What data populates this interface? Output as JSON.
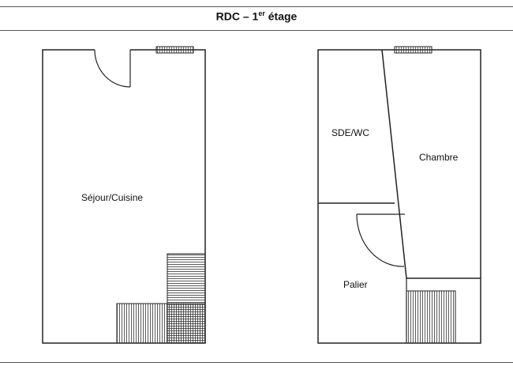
{
  "header": {
    "title_main": "RDC – 1",
    "title_sup": "er",
    "title_rest": " étage"
  },
  "plans": {
    "rdc": {
      "rooms": [
        {
          "label": "Séjour/Cuisine"
        }
      ]
    },
    "etage": {
      "rooms": [
        {
          "label": "SDE/WC"
        },
        {
          "label": "Chambre"
        },
        {
          "label": "Palier"
        }
      ]
    }
  },
  "colors": {
    "wall": "#222222",
    "frame": "#555555",
    "hatch": "#333333"
  }
}
